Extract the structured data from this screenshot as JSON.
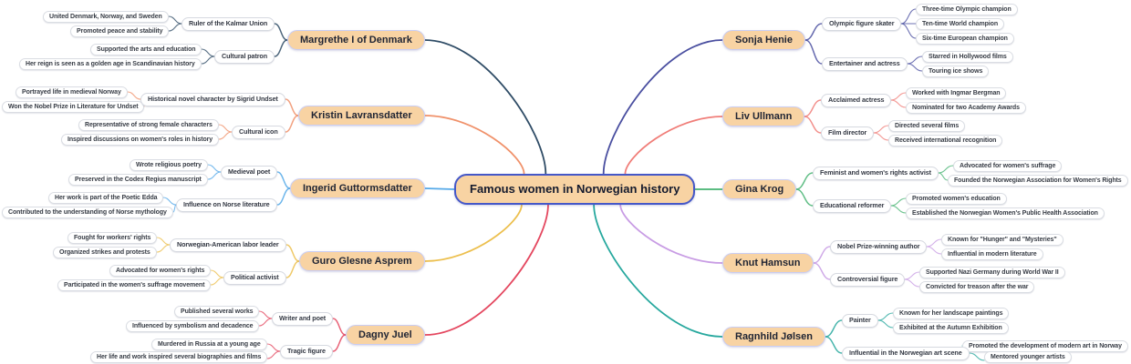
{
  "root": {
    "label": "Famous women in Norwegian history"
  },
  "palette": {
    "node_fill": "#f8d3a3",
    "root_border": "#4558c8",
    "person_border": "#c9cdf3",
    "sub_node_fill": "#ffffff",
    "sub_node_border": "#d8dbe2",
    "text": "#1f2433"
  },
  "branches": [
    {
      "label": "Margrethe I of Denmark",
      "side": "left",
      "color": "#2f4c66",
      "topics": [
        {
          "label": "Ruler of the Kalmar Union",
          "leaves": [
            "United Denmark, Norway, and Sweden",
            "Promoted peace and stability"
          ]
        },
        {
          "label": "Cultural patron",
          "leaves": [
            "Supported the arts and education",
            "Her reign is seen as a golden age in Scandinavian history"
          ]
        }
      ]
    },
    {
      "label": "Kristin Lavransdatter",
      "side": "left",
      "color": "#f0916a",
      "topics": [
        {
          "label": "Historical novel character by Sigrid Undset",
          "leaves": [
            "Portrayed life in medieval Norway",
            "Won the Nobel Prize in Literature for Undset"
          ]
        },
        {
          "label": "Cultural icon",
          "leaves": [
            "Representative of strong female characters",
            "Inspired discussions on women's roles in history"
          ]
        }
      ]
    },
    {
      "label": "Ingerid Guttormsdatter",
      "side": "left",
      "color": "#55a9e8",
      "topics": [
        {
          "label": "Medieval poet",
          "leaves": [
            "Wrote religious poetry",
            "Preserved in the Codex Regius manuscript"
          ]
        },
        {
          "label": "Influence on Norse literature",
          "leaves": [
            "Her work is part of the Poetic Edda",
            "Contributed to the understanding of Norse mythology"
          ]
        }
      ]
    },
    {
      "label": "Guro Glesne Asprem",
      "side": "left",
      "color": "#ecbf4d",
      "topics": [
        {
          "label": "Norwegian-American labor leader",
          "leaves": [
            "Fought for workers' rights",
            "Organized strikes and protests"
          ]
        },
        {
          "label": "Political activist",
          "leaves": [
            "Advocated for women's rights",
            "Participated in the women's suffrage movement"
          ]
        }
      ]
    },
    {
      "label": "Dagny Juel",
      "side": "left",
      "color": "#e4475f",
      "topics": [
        {
          "label": "Writer and poet",
          "leaves": [
            "Published several works",
            "Influenced by symbolism and decadence"
          ]
        },
        {
          "label": "Tragic figure",
          "leaves": [
            "Murdered in Russia at a young age",
            "Her life and work inspired several biographies and films"
          ]
        }
      ]
    },
    {
      "label": "Sonja Henie",
      "side": "right",
      "color": "#4a4fa0",
      "topics": [
        {
          "label": "Olympic figure skater",
          "leaves": [
            "Three-time Olympic champion",
            "Ten-time World champion",
            "Six-time European champion"
          ]
        },
        {
          "label": "Entertainer and actress",
          "leaves": [
            "Starred in Hollywood films",
            "Touring ice shows"
          ]
        }
      ]
    },
    {
      "label": "Liv Ullmann",
      "side": "right",
      "color": "#f07d78",
      "topics": [
        {
          "label": "Acclaimed actress",
          "leaves": [
            "Worked with Ingmar Bergman",
            "Nominated for two Academy Awards"
          ]
        },
        {
          "label": "Film director",
          "leaves": [
            "Directed several films",
            "Received international recognition"
          ]
        }
      ]
    },
    {
      "label": "Gina Krog",
      "side": "right",
      "color": "#45b371",
      "topics": [
        {
          "label": "Feminist and women's rights activist",
          "leaves": [
            "Advocated for women's suffrage",
            "Founded the Norwegian Association for Women's Rights"
          ]
        },
        {
          "label": "Educational reformer",
          "leaves": [
            "Promoted women's education",
            "Established the Norwegian Women's Public Health Association"
          ]
        }
      ]
    },
    {
      "label": "Knut Hamsun",
      "side": "right",
      "color": "#c89ce4",
      "topics": [
        {
          "label": "Nobel Prize-winning author",
          "leaves": [
            "Known for \"Hunger\" and \"Mysteries\"",
            "Influential in modern literature"
          ]
        },
        {
          "label": "Controversial figure",
          "leaves": [
            "Supported Nazi Germany during World War II",
            "Convicted for treason after the war"
          ]
        }
      ]
    },
    {
      "label": "Ragnhild Jølsen",
      "side": "right",
      "color": "#27a89e",
      "topics": [
        {
          "label": "Painter",
          "leaves": [
            "Known for her landscape paintings",
            "Exhibited at the Autumn Exhibition"
          ]
        },
        {
          "label": "Influential in the Norwegian art scene",
          "leaves": [
            "Promoted the development of modern art in Norway",
            "Mentored younger artists"
          ]
        }
      ]
    }
  ]
}
